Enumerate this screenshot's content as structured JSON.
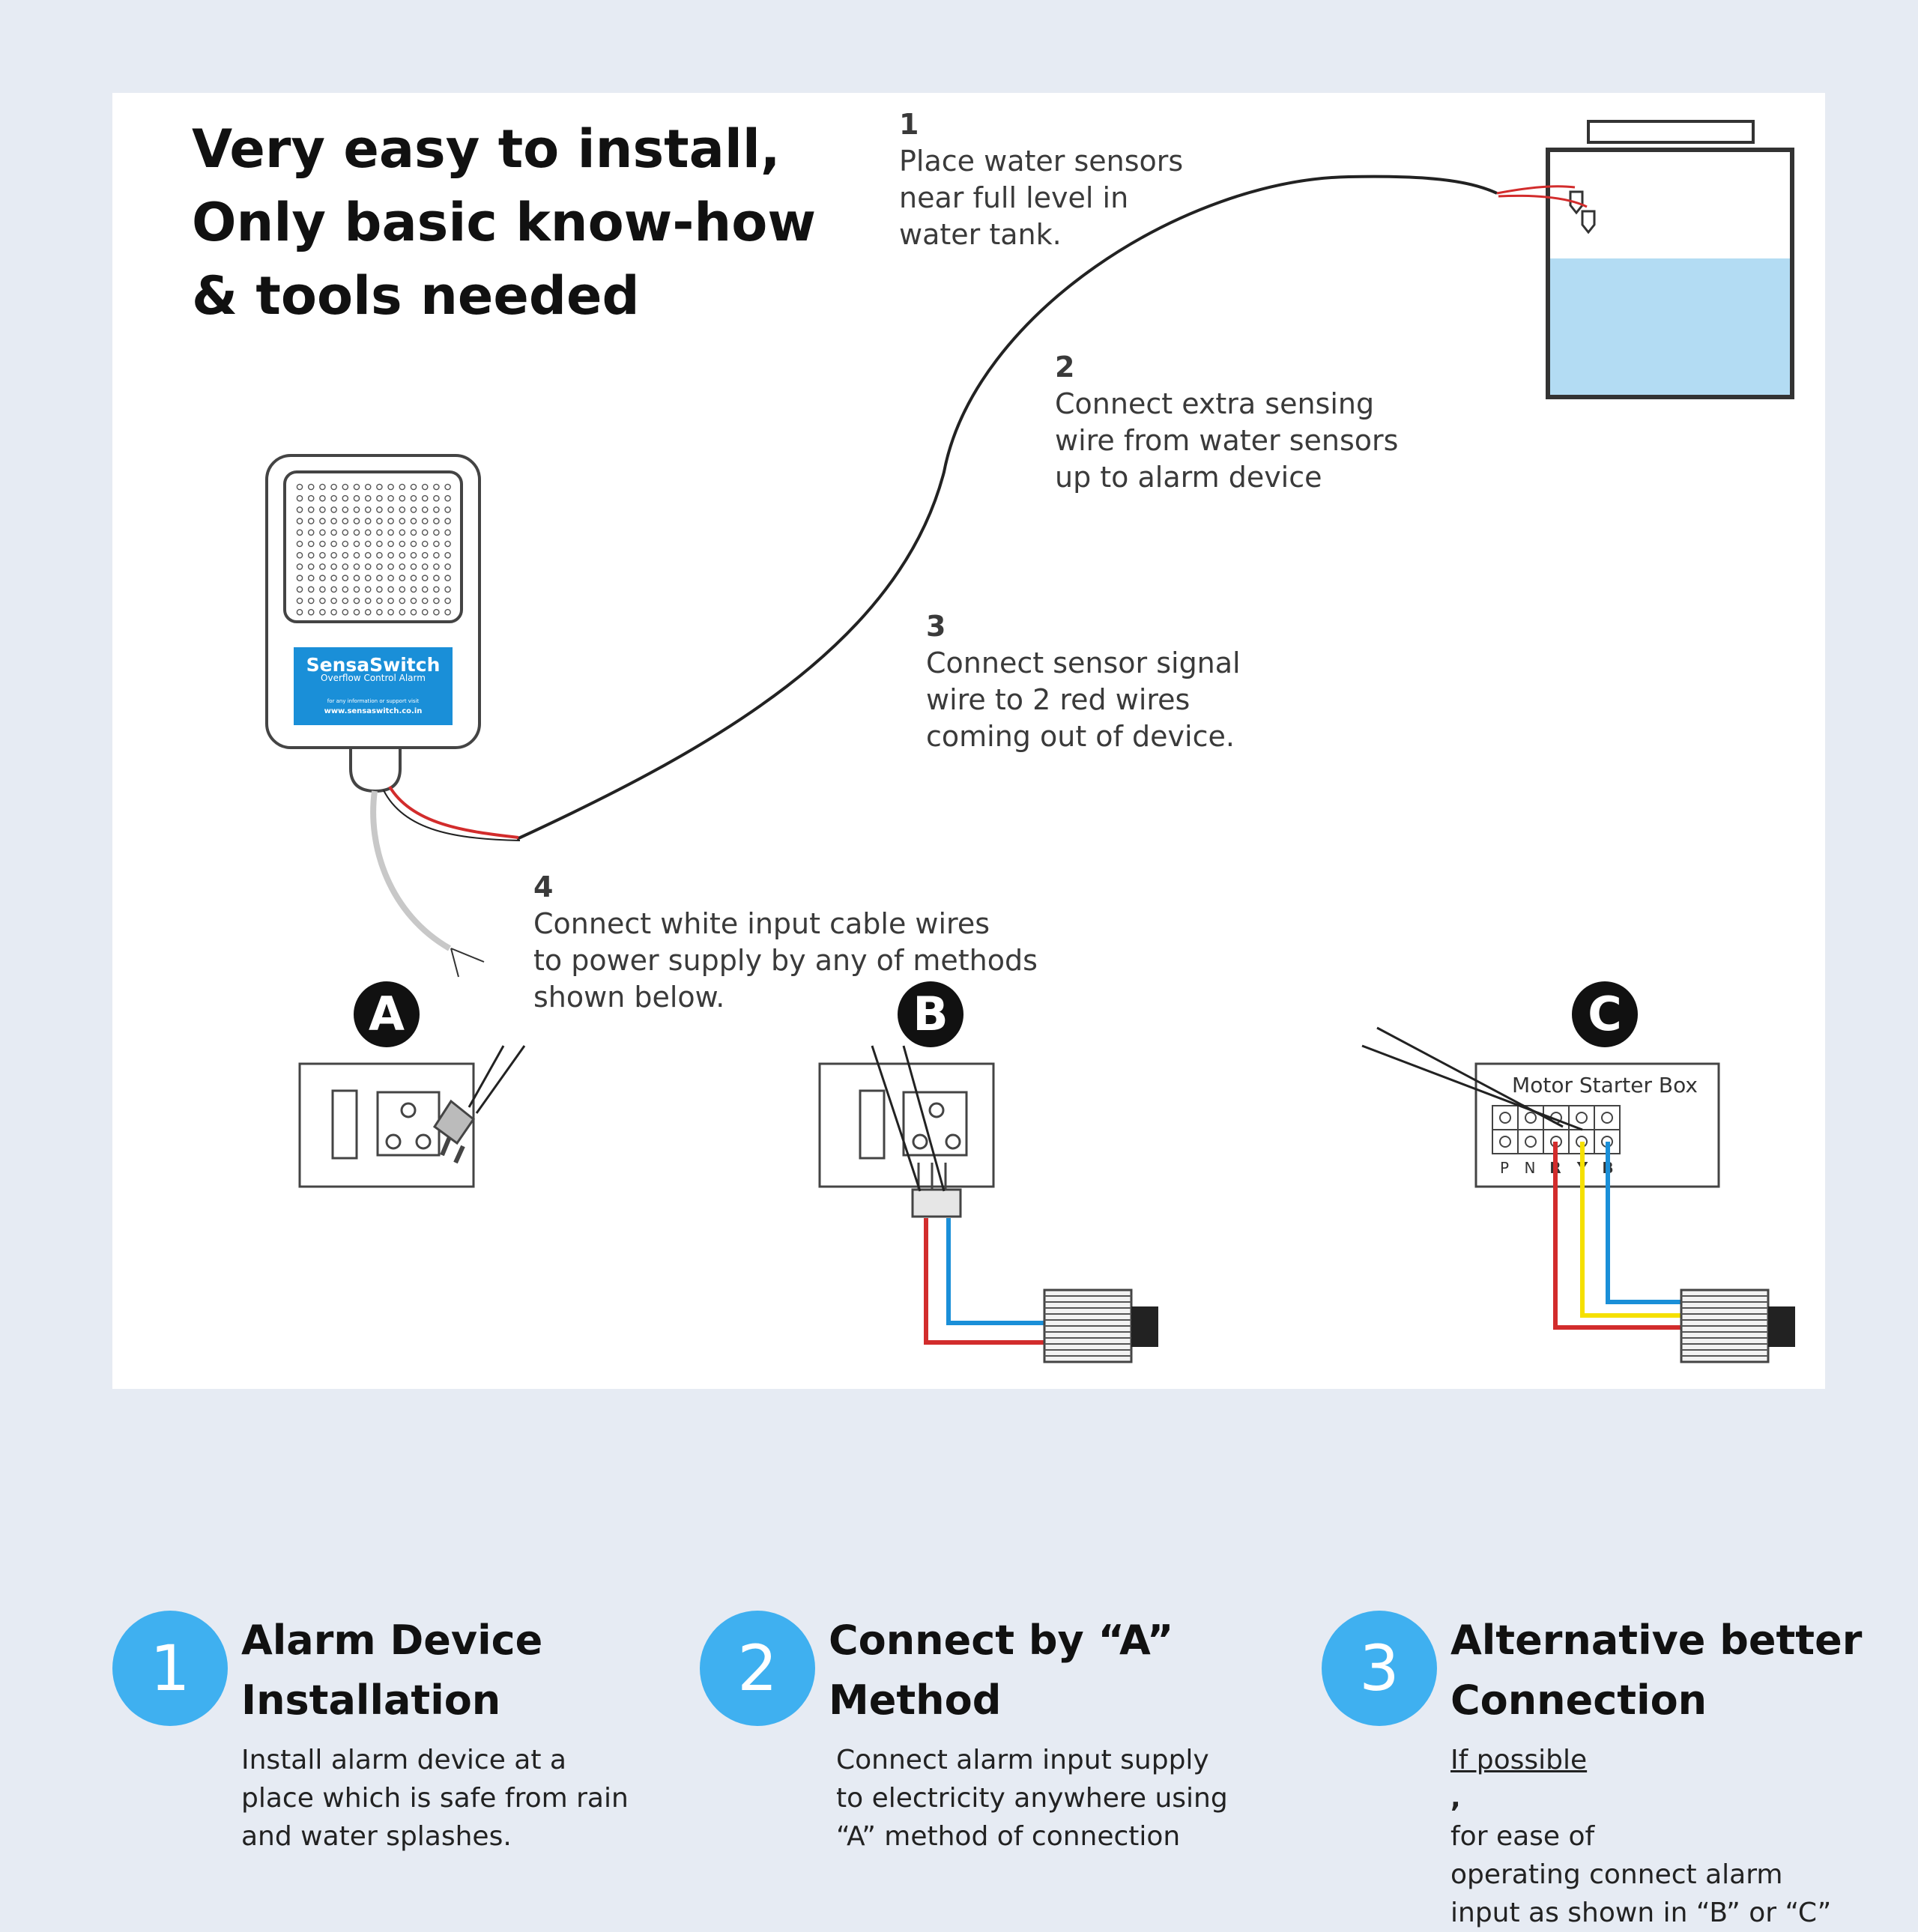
{
  "headline": {
    "line1": "Very easy to install,",
    "line2": "Only basic know-how",
    "line3": "& tools needed"
  },
  "steps": [
    {
      "number": "1",
      "lines": [
        "Place water sensors",
        "near full level in",
        "water tank."
      ]
    },
    {
      "number": "2",
      "lines": [
        "Connect extra sensing",
        "wire from water sensors",
        "up to alarm device"
      ]
    },
    {
      "number": "3",
      "lines": [
        "Connect sensor signal",
        "wire to 2 red wires",
        "coming out of device."
      ]
    },
    {
      "number": "4",
      "lines": [
        "Connect white input cable wires",
        "to power supply by any of methods",
        "shown below."
      ]
    }
  ],
  "device": {
    "brand": "SensaSwitch",
    "subtitle": "Overflow Control Alarm",
    "info": "for any information or support visit",
    "url": "www.sensaswitch.co.in"
  },
  "methods": {
    "a": "A",
    "b": "B",
    "c": "C",
    "starter_box_label": "Motor Starter Box",
    "terminals": [
      "P",
      "N",
      "R",
      "Y",
      "B"
    ]
  },
  "colors": {
    "background": "#e6ebf3",
    "panel": "#ffffff",
    "accent": "#3fb0f0",
    "water": "#b3dcf3",
    "wire_red": "#d22c2c",
    "wire_blue": "#1a8fd8",
    "wire_yellow": "#f5e000",
    "label_blue": "#1a8fd8"
  },
  "cards": [
    {
      "number": "1",
      "title_line1": "Alarm Device",
      "title_line2": "Installation",
      "body_line1": "Install alarm device at a",
      "body_line2": "place which is safe from rain",
      "body_line3": "and water splashes."
    },
    {
      "number": "2",
      "title_line1": "Connect by “A”",
      "title_line2": "Method",
      "body_line1": "Connect alarm input supply",
      "body_line2": "to electricity anywhere using",
      "body_line3": "“A” method of connection"
    },
    {
      "number": "3",
      "title_line1": "Alternative better",
      "title_line2": "Connection",
      "body_underlined": "If possible",
      "body_bold": ",",
      "body_line1_rest": " for ease of",
      "body_line2": "operating connect alarm",
      "body_line3": "input as shown in “B” or “C”"
    }
  ]
}
